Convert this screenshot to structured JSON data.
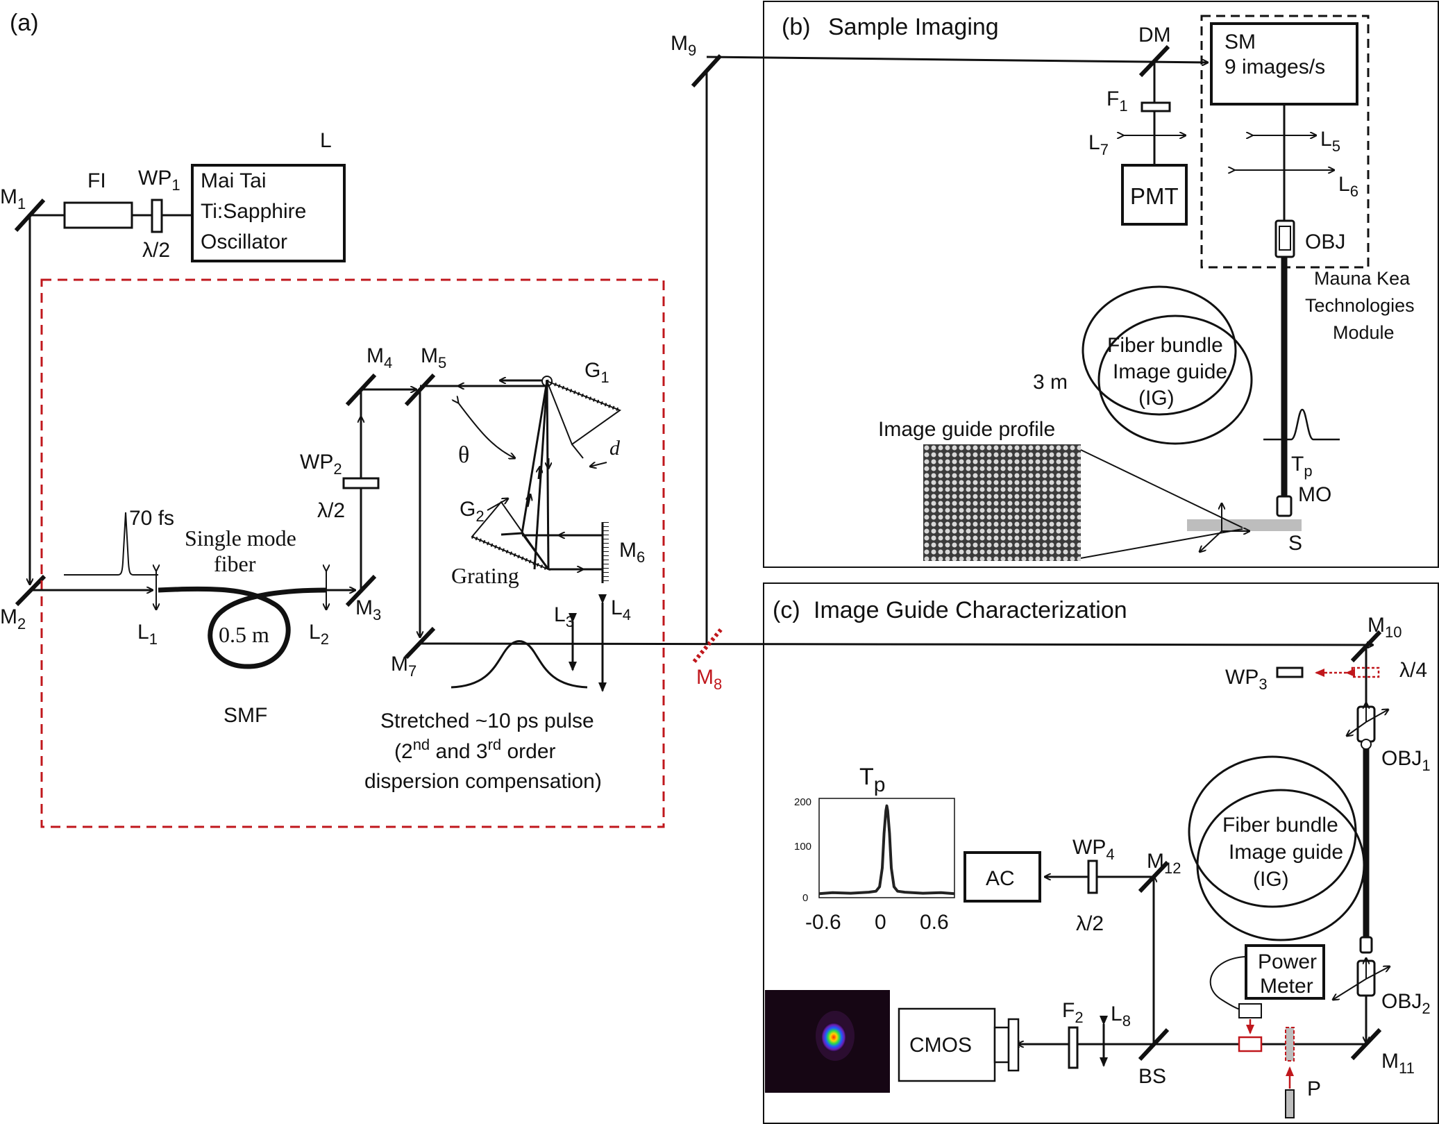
{
  "panels": {
    "a": "(a)",
    "b": "(b)",
    "b_title": "Sample Imaging",
    "c": "(c)",
    "c_title": "Image Guide Characterization"
  },
  "laser": {
    "corner_label": "L",
    "line1": "Mai Tai",
    "line2": "Ti:Sapphire",
    "line3": "Oscillator"
  },
  "components": {
    "FI": "FI",
    "WP1": "WP",
    "WP1_sub": "1",
    "halfwave1": "λ/2",
    "M1": "M",
    "M1_sub": "1",
    "M2": "M",
    "M2_sub": "2",
    "M3": "M",
    "M3_sub": "3",
    "M4": "M",
    "M4_sub": "4",
    "M5": "M",
    "M5_sub": "5",
    "M6": "M",
    "M6_sub": "6",
    "M7": "M",
    "M7_sub": "7",
    "M8": "M",
    "M8_sub": "8",
    "M9": "M",
    "M9_sub": "9",
    "M10": "M",
    "M10_sub": "10",
    "M11": "M",
    "M11_sub": "11",
    "M12": "M",
    "M12_sub": "12",
    "L1": "L",
    "L1_sub": "1",
    "L2": "L",
    "L2_sub": "2",
    "L3": "L",
    "L3_sub": "3",
    "L4": "L",
    "L4_sub": "4",
    "L5": "L",
    "L5_sub": "5",
    "L6": "L",
    "L6_sub": "6",
    "L7": "L",
    "L7_sub": "7",
    "L8": "L",
    "L8_sub": "8",
    "WP2": "WP",
    "WP2_sub": "2",
    "halfwave2": "λ/2",
    "G1": "G",
    "G1_sub": "1",
    "G2": "G",
    "G2_sub": "2",
    "theta": "θ",
    "d": "d",
    "grating": "Grating",
    "pulse_in": "70 fs",
    "smf_title_line1": "Single mode",
    "smf_title_line2": "fiber",
    "smf_length": "0.5 m",
    "smf": "SMF",
    "stretched_line1": "Stretched ~10 ps pulse",
    "stretched_line2_a": "(2",
    "stretched_line2_nd": "nd",
    "stretched_line2_b": " and 3",
    "stretched_line2_rd": "rd",
    "stretched_line2_c": " order",
    "stretched_line3": "dispersion compensation)"
  },
  "imaging": {
    "DM": "DM",
    "F1": "F",
    "F1_sub": "1",
    "PMT": "PMT",
    "SM_line1": "SM",
    "SM_line2": "9 images/s",
    "OBJ": "OBJ",
    "module_line1": "Mauna Kea",
    "module_line2": "Technologies",
    "module_line3": "Module",
    "bundle_line1": "Fiber bundle",
    "bundle_line2": "Image guide",
    "bundle_line3": "(IG)",
    "bundle_length": "3 m",
    "profile_label": "Image guide profile",
    "Tp": "T",
    "Tp_sub": "p",
    "MO": "MO",
    "S": "S"
  },
  "characterization": {
    "WP3": "WP",
    "WP3_sub": "3",
    "quarterwave": "λ/4",
    "OBJ1": "OBJ",
    "OBJ1_sub": "1",
    "OBJ2": "OBJ",
    "OBJ2_sub": "2",
    "bundle_line1": "Fiber bundle",
    "bundle_line2": "Image guide",
    "bundle_line3": "(IG)",
    "AC": "AC",
    "WP4": "WP",
    "WP4_sub": "4",
    "halfwave4": "λ/2",
    "power_line1": "Power",
    "power_line2": "Meter",
    "CMOS": "CMOS",
    "F2": "F",
    "F2_sub": "2",
    "BS": "BS",
    "P": "P",
    "Tp": "T",
    "Tp_sub": "p"
  },
  "autocorrelation_plot": {
    "type": "line",
    "y_ticks": [
      "200",
      "100",
      "0"
    ],
    "x_ticks": [
      "-0.6",
      "0",
      "0.6"
    ],
    "xlim": [
      -0.75,
      0.75
    ],
    "ylim": [
      0,
      200
    ],
    "x": [
      -0.75,
      -0.6,
      -0.4,
      -0.2,
      -0.12,
      -0.08,
      -0.05,
      -0.03,
      -0.01,
      0.0,
      0.01,
      0.03,
      0.05,
      0.08,
      0.12,
      0.2,
      0.4,
      0.6,
      0.75
    ],
    "y": [
      8,
      10,
      9,
      11,
      13,
      22,
      60,
      130,
      175,
      185,
      175,
      130,
      60,
      22,
      13,
      11,
      9,
      10,
      8
    ]
  },
  "colors": {
    "red_accent": "#c0171c",
    "beam": "#111111",
    "sample_stage": "#bdbdbd"
  }
}
